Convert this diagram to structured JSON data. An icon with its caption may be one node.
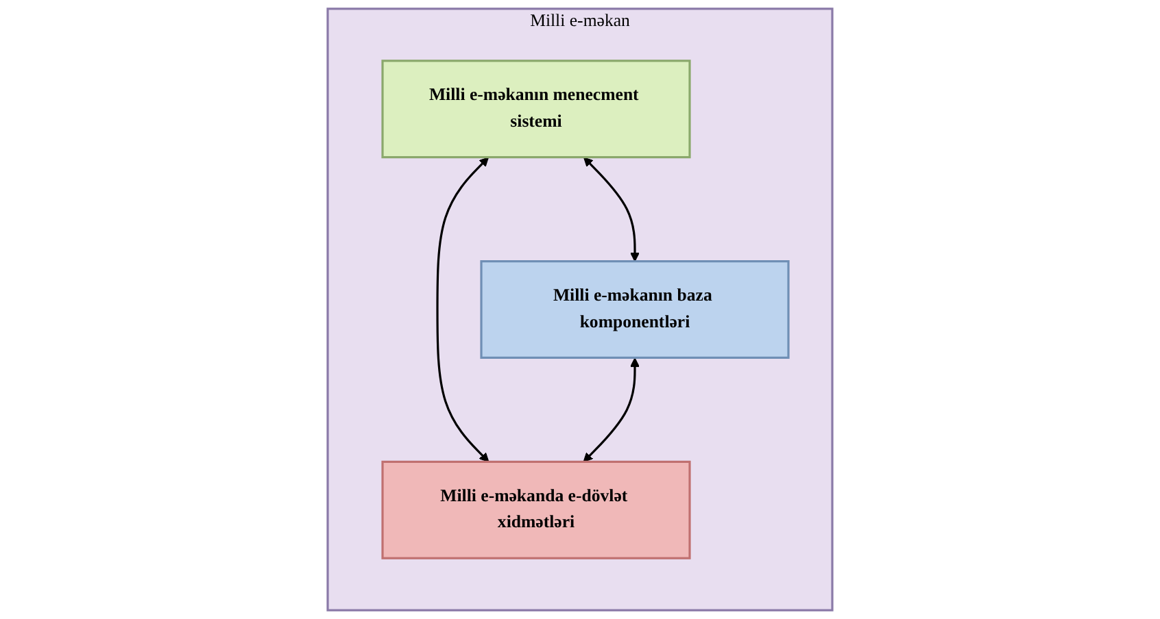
{
  "diagram": {
    "nodes": [
      {
        "text": [
          "Milli e-məkan"
        ]
      },
      {
        "text": [
          "Milli e-məkanın menecment sistemi"
        ],
        "in": 0
      },
      {
        "text": [
          "Milli e-məkanın baza komponentləri"
        ],
        "in": 0
      },
      {
        "text": [
          "Milli e-məkanda e-dövlət xidmətləri"
        ],
        "in": 0
      }
    ],
    "edges": [
      {
        "from": 1,
        "to": 2,
        "arrow": "both"
      },
      {
        "from": 1,
        "to": 3,
        "arrow": "both"
      },
      {
        "from": 2,
        "to": 3,
        "arrow": "both"
      }
    ]
  }
}
